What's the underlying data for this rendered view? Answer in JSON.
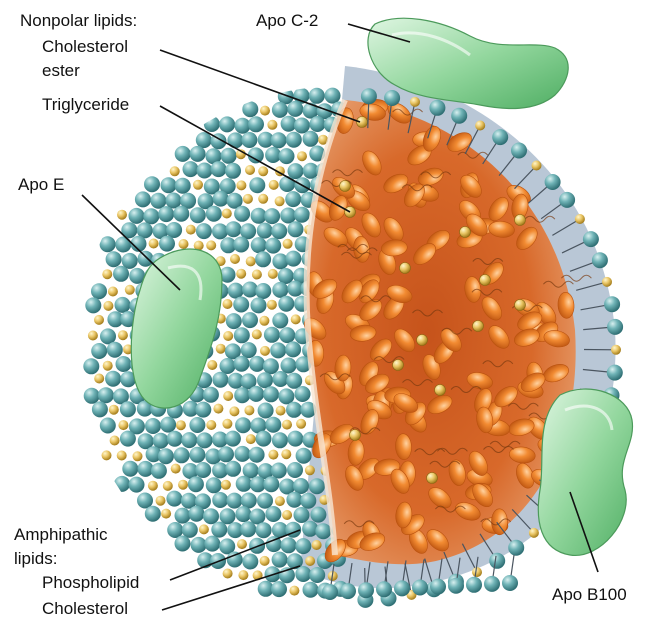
{
  "labels": {
    "nonpolar_lipids": "Nonpolar lipids:",
    "cholesterol_ester_line1": "Cholesterol",
    "cholesterol_ester_line2": "ester",
    "triglyceride": "Triglyceride",
    "apo_e": "Apo E",
    "apo_c2": "Apo C-2",
    "apo_b100": "Apo B100",
    "amphipathic_line1": "Amphipathic",
    "amphipathic_line2": "lipids:",
    "phospholipid": "Phospholipid",
    "cholesterol": "Cholesterol"
  },
  "colors": {
    "phospholipid_head": "#5fa6ab",
    "cholesterol_bead": "#e8c66b",
    "core_orange": "#ee8a3a",
    "shell_gray": "#b8c6d4",
    "apoprotein_green": "#8fd69a"
  }
}
